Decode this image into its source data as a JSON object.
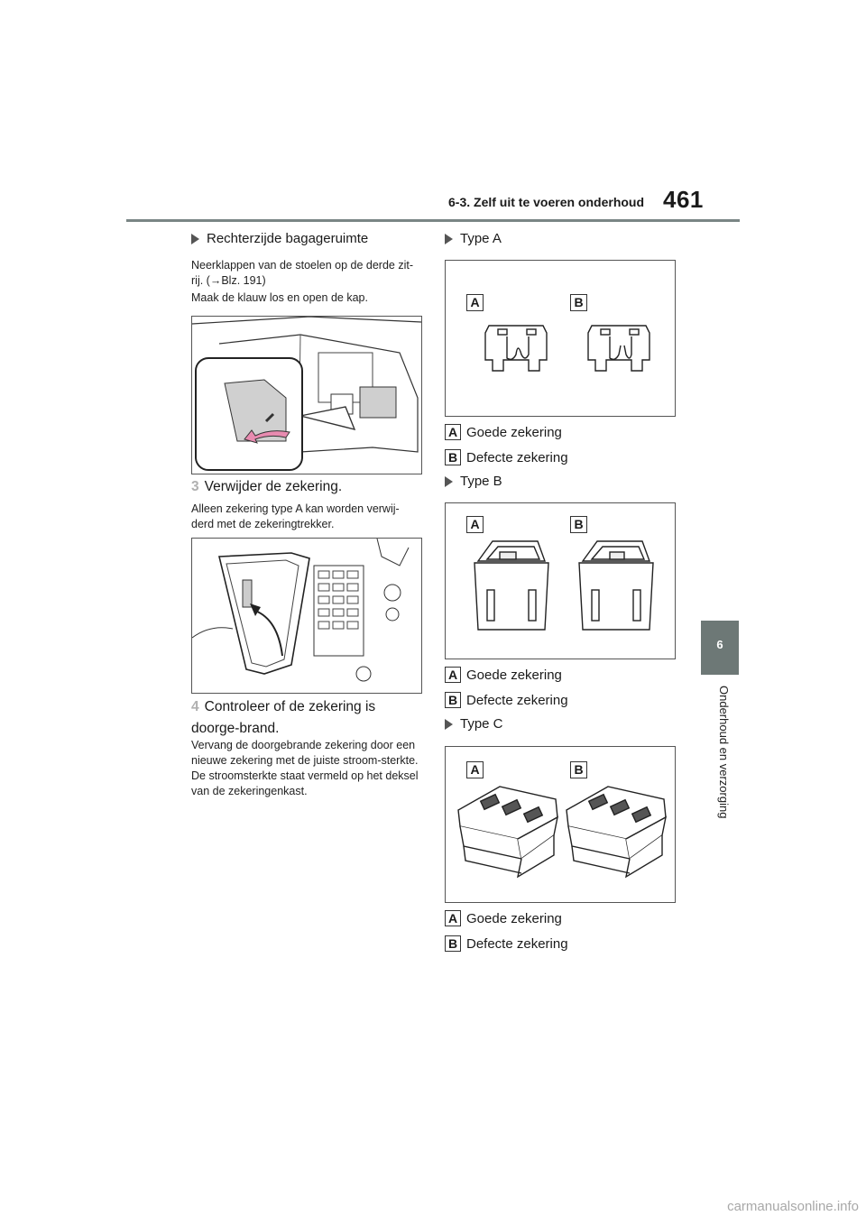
{
  "header": {
    "section": "6-3. Zelf uit te voeren onderhoud",
    "page_number": "461"
  },
  "side_tab": {
    "chapter_number": "6",
    "chapter_title": "Onderhoud en verzorging"
  },
  "left": {
    "bullet_title": "Rechterzijde bagageruimte",
    "para1": "Neerklappen van de stoelen op de derde zit-rij. (→Blz. 191)",
    "para2": "Maak de klauw los en open de kap.",
    "step3_num": "3",
    "step3_text": "Verwijder de zekering.",
    "step3_note": "Alleen zekering type A kan worden verwij-derd met de zekeringtrekker.",
    "step4_num": "4",
    "step4_text": "Controleer of de zekering is doorge-brand.",
    "step4_note": "Vervang de doorgebrande zekering door een nieuwe zekering met de juiste stroom-sterkte. De stroomsterkte staat vermeld op het deksel van de zekeringenkast."
  },
  "right": {
    "types": [
      {
        "title": "Type A",
        "label_a": "A",
        "label_b": "B",
        "text_a": "Goede zekering",
        "text_b": "Defecte zekering"
      },
      {
        "title": "Type B",
        "label_a": "A",
        "label_b": "B",
        "text_a": "Goede zekering",
        "text_b": "Defecte zekering"
      },
      {
        "title": "Type C",
        "label_a": "A",
        "label_b": "B",
        "text_a": "Goede zekering",
        "text_b": "Defecte zekering"
      }
    ]
  },
  "watermark": "carmanualsonline.info"
}
